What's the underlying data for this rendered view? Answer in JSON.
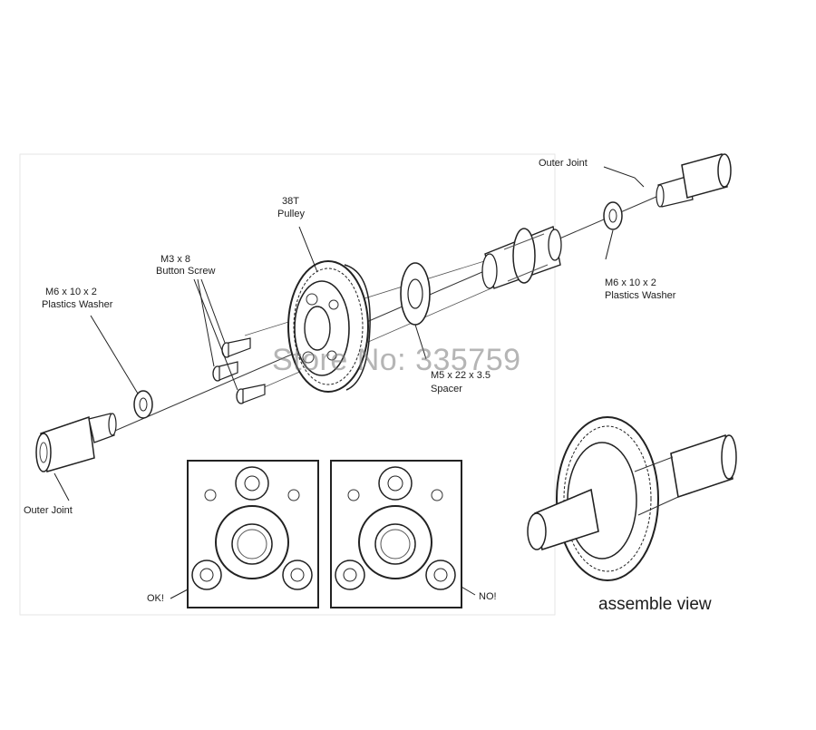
{
  "labels": {
    "outer_joint_right": "Outer Joint",
    "pulley_count": "38T",
    "pulley": "Pulley",
    "screw_size": "M3 x 8",
    "screw_type": "Button Screw",
    "washer_left_size": "M6 x 10 x 2",
    "washer_left_type": "Plastics Washer",
    "washer_right_size": "M6 x 10 x 2",
    "washer_right_type": "Plastics Washer",
    "spacer_size": "M5 x 22 x 3.5",
    "spacer": "Spacer",
    "outer_joint_left": "Outer Joint",
    "ok": "OK!",
    "no": "NO!",
    "assemble_view": "assemble view"
  },
  "watermark": "Store No: 335759",
  "colors": {
    "line": "#2a2a2a",
    "fill": "#ffffff",
    "shade": "#d9d9d9"
  }
}
